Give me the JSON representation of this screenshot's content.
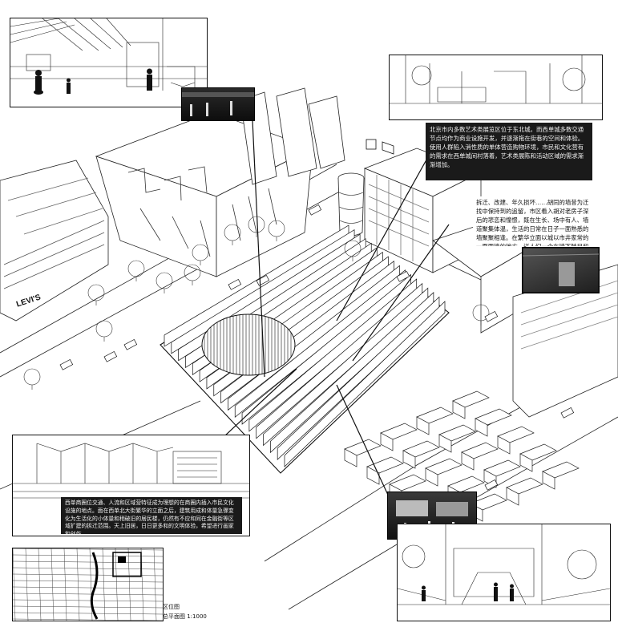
{
  "notes": {
    "top_right": "北京市内多数艺术类展览区位于东北城，而西单城多数交通节点均作为商业设施开发，并逐渐拖在街巷的空间和体验。使用人群陷入消性质的单体营造购物环境，市民和文化营有的需求在西单城间村落着，艺术类展陈和活动区域的需求渐渐增加。",
    "middle_right": "拆迁、改建、年久损坏……胡同的墙昔为迁找中保持到的追留，市区看入胡对老房子深后的悲恋和憧憬，既在生长、场中有人、墙道聚集体温，生活的日常在日子一面熟悉的墙聚聚相逢。在繁华立面以城以市井家常的一面面墙的地方，送人们一个在墙下触目和回忆的地方。",
    "bottom_left": "西单商圈位交通、人流和区域营特征成为理想的在商圈内插入市民文化设施的地点。面在西单北大街繁华的立面之后，建筑用成和体量急骤变化为生活化的小体量和稍破旧的居民楼，仍然有不应和同在金融街等区域扩建的拆迁范围。天上旧居，日日更多和的文明体验，希望进行画家和创作。"
  },
  "signs": {
    "levis": "LEVI'S"
  },
  "captions": {
    "location_map": "区位图",
    "site_plan": "总平面图 1:1000"
  }
}
